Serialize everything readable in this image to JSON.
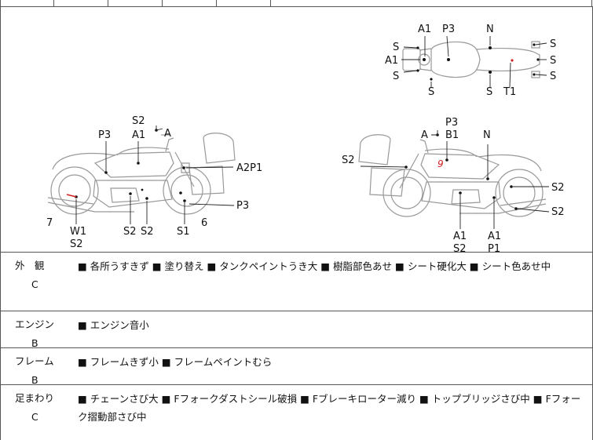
{
  "diagram": {
    "top_view": [
      "A1",
      "P3",
      "N",
      "S",
      "S",
      "S",
      "S",
      "S",
      "S",
      "A1",
      "S",
      "S",
      "T1"
    ],
    "left_view": [
      "S2",
      "A",
      "A1",
      "P3",
      "A2P1",
      "P3",
      "6",
      "S1",
      "S2",
      "S2",
      "W1",
      "S2",
      "7"
    ],
    "right_view": [
      "P3",
      "A",
      "B1",
      "N",
      "S2",
      "S2",
      "S2",
      "A1",
      "S2",
      "A1",
      "P1"
    ],
    "handwritten_marks": [
      "9"
    ]
  },
  "conditions": [
    {
      "category": "外　観",
      "grade": "C",
      "text": "■ 各所うすきず ■ 塗り替え ■ タンクペイントうき大 ■ 樹脂部色あせ ■ シート硬化大 ■ シート色あせ中"
    },
    {
      "category": "エンジン",
      "grade": "B",
      "text": "■ エンジン音小"
    },
    {
      "category": "フレーム",
      "grade": "B",
      "text": "■ フレームきず小 ■ フレームペイントむら"
    },
    {
      "category": "足まわり",
      "grade": "C",
      "text": "■ チェーンさび大 ■ Fフォークダストシール破損 ■ Fブレーキローター減り ■ トップブリッジさび中 ■ Fフォーク摺動部さび中"
    }
  ]
}
